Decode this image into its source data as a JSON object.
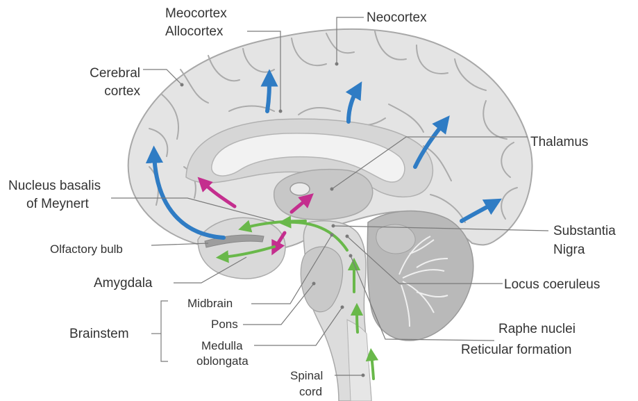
{
  "labels": {
    "meocortex": "Meocortex",
    "allocortex": "Allocortex",
    "neocortex": "Neocortex",
    "cerebral_cortex_1": "Cerebral",
    "cerebral_cortex_2": "cortex",
    "thalamus": "Thalamus",
    "nucleus_basalis_1": "Nucleus basalis",
    "nucleus_basalis_2": "of Meynert",
    "substantia_nigra_1": "Substantia",
    "substantia_nigra_2": "Nigra",
    "olfactory_bulb": "Olfactory bulb",
    "amygdala": "Amygdala",
    "locus_coeruleus": "Locus coeruleus",
    "midbrain": "Midbrain",
    "pons": "Pons",
    "brainstem": "Brainstem",
    "medulla_1": "Medulla",
    "medulla_2": "oblongata",
    "raphe_nuclei": "Raphe nuclei",
    "reticular_formation": "Reticular formation",
    "spinal_cord_1": "Spinal",
    "spinal_cord_2": "cord"
  },
  "colors": {
    "blue_arrow": "#2f7cc4",
    "magenta_arrow": "#c42e8e",
    "green_arrow": "#69b84a",
    "brain_fill": "#e3e3e3",
    "inner_fill": "#cfcfcf",
    "dark_fill": "#a9a9a9",
    "line": "#7a7a7a"
  }
}
